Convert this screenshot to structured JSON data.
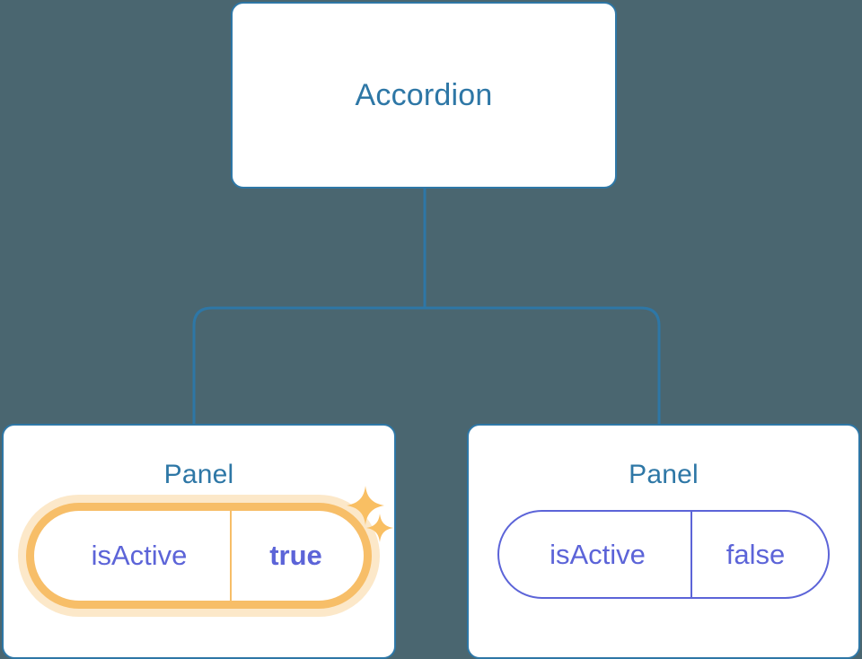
{
  "diagram": {
    "title": "Accordion component tree",
    "background_color": "#4a6670",
    "node_border_color": "#2e77a6",
    "node_title_color": "#2e77a6",
    "prop_color": "#5c64d8",
    "highlight_color": "#f7be68",
    "connector_color": "#2e77a6"
  },
  "root": {
    "label": "Accordion"
  },
  "children": [
    {
      "label": "Panel",
      "highlighted": true,
      "prop": {
        "key": "isActive",
        "value": "true"
      },
      "decoration": {
        "large_sparkle": "sparkle-icon",
        "small_sparkle": "sparkle-icon"
      }
    },
    {
      "label": "Panel",
      "highlighted": false,
      "prop": {
        "key": "isActive",
        "value": "false"
      }
    }
  ]
}
